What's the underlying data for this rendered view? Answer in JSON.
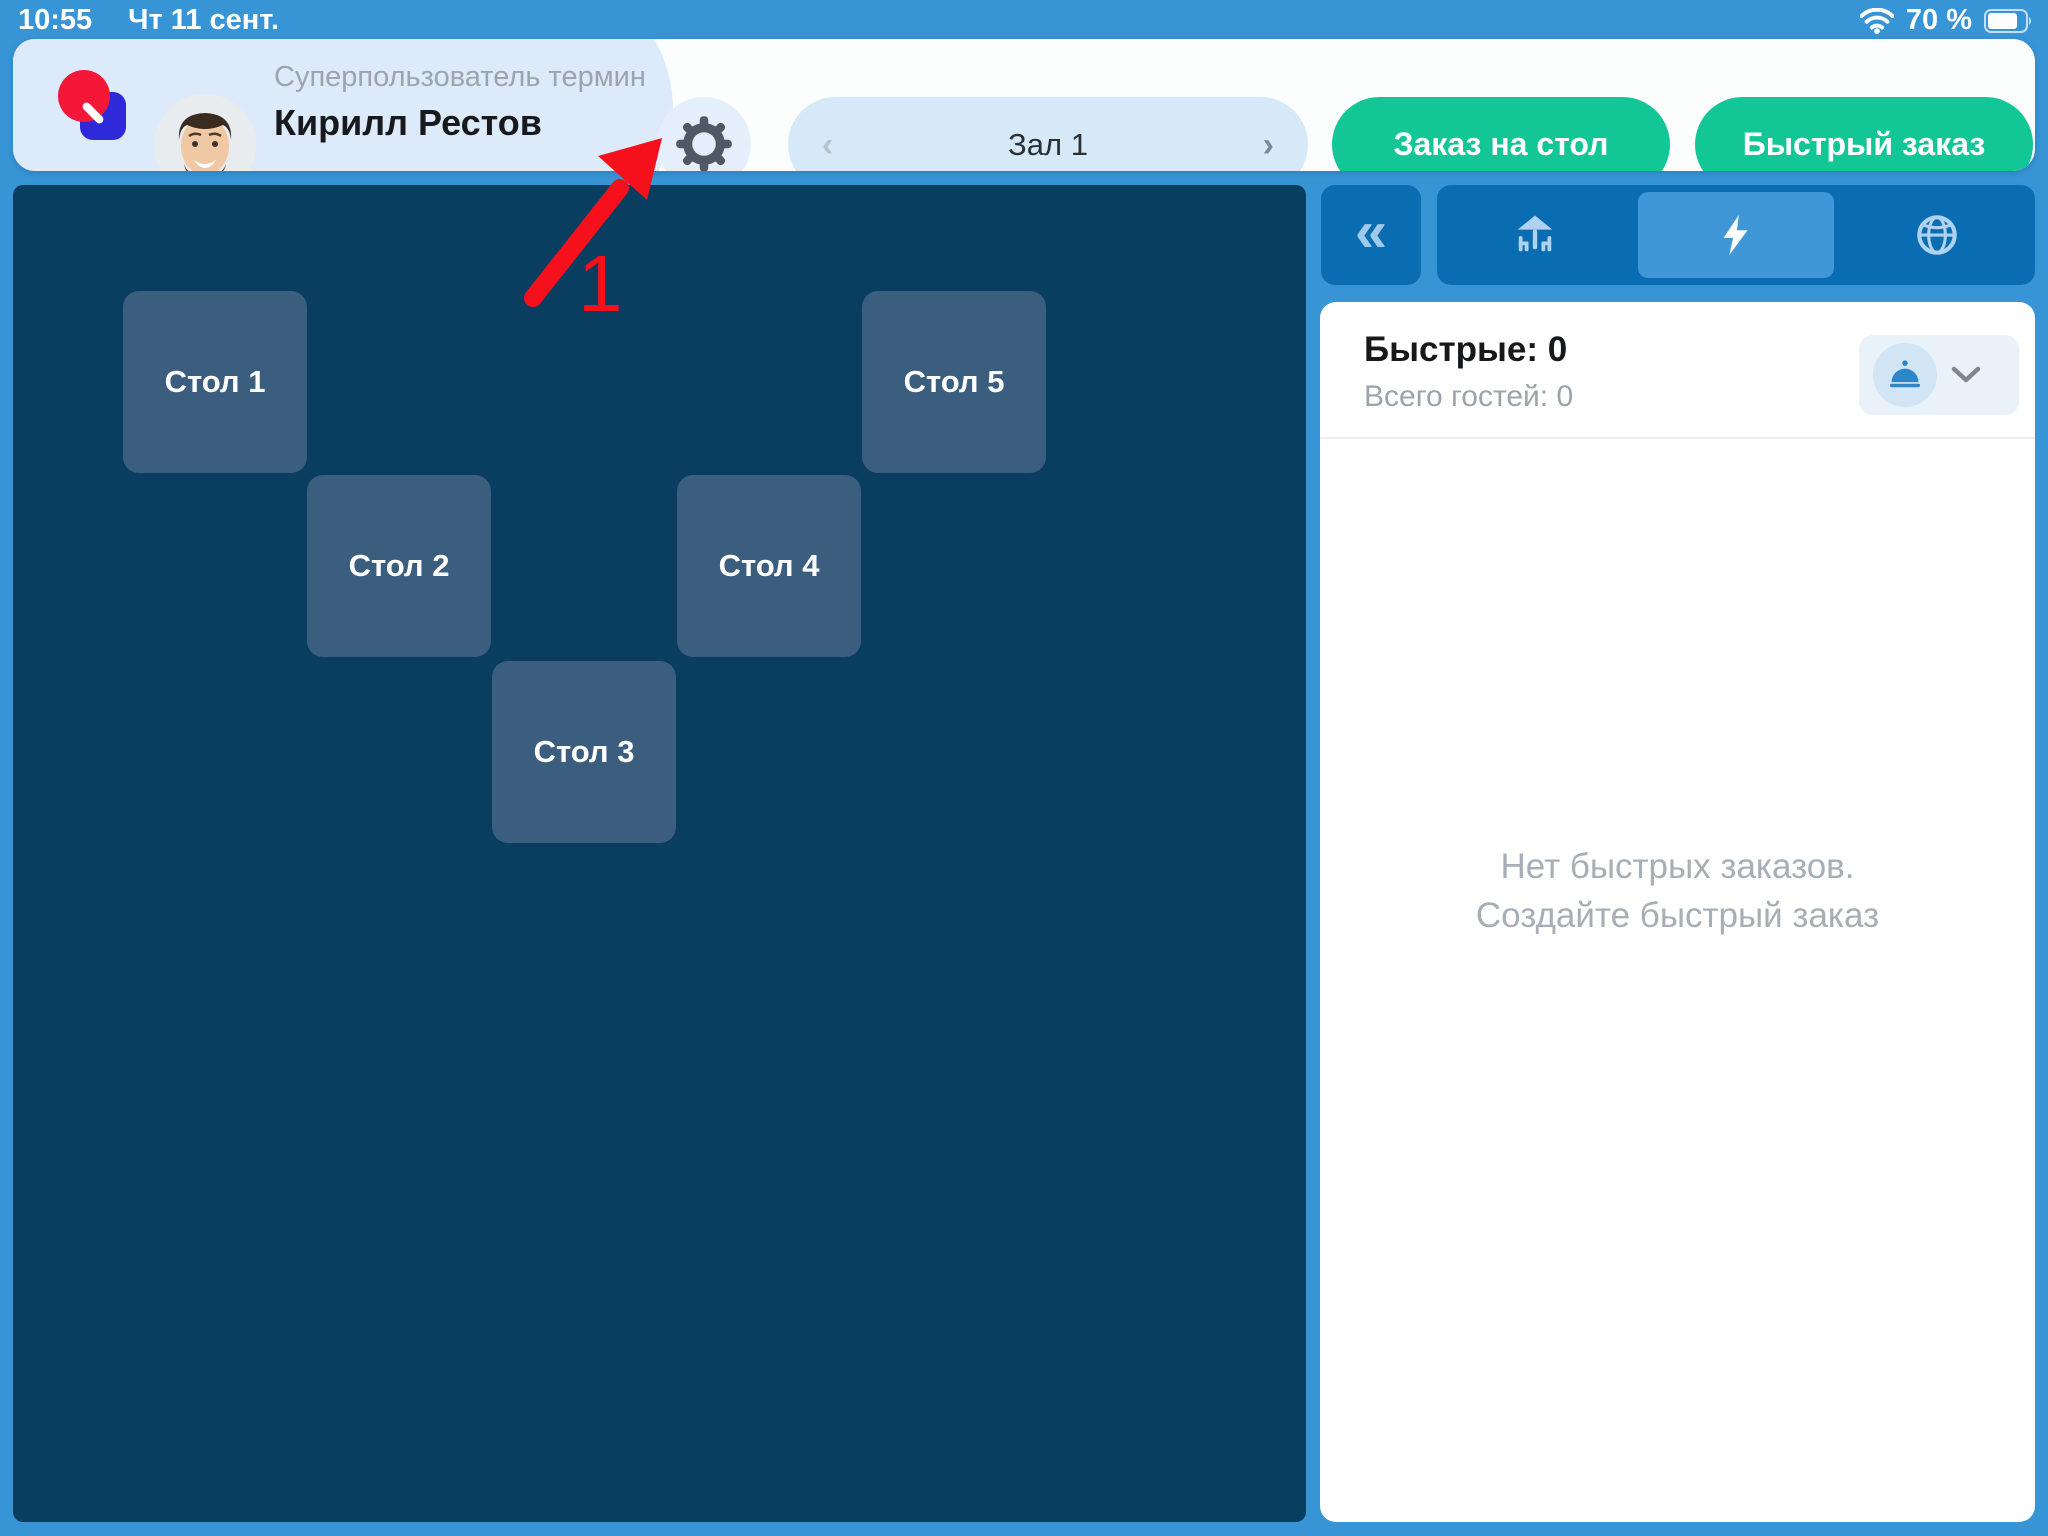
{
  "status_bar": {
    "time": "10:55",
    "date": "Чт 11 сент.",
    "battery_percent": "70 %"
  },
  "header": {
    "user_role": "Суперпользователь термин...",
    "user_name": "Кирилл Рестов",
    "hall_selector": {
      "label": "Зал 1",
      "prev_glyph": "‹",
      "next_glyph": "›"
    },
    "order_on_table_button": "Заказ на стол",
    "quick_order_button": "Быстрый заказ"
  },
  "floor": {
    "tables": [
      {
        "label": "Стол 1"
      },
      {
        "label": "Стол 2"
      },
      {
        "label": "Стол 3"
      },
      {
        "label": "Стол 4"
      },
      {
        "label": "Стол 5"
      }
    ]
  },
  "right_panel": {
    "collapse_glyph": "«",
    "tabs": [
      {
        "icon": "table-umbrella-icon",
        "selected": false
      },
      {
        "icon": "lightning-icon",
        "selected": true
      },
      {
        "icon": "globe-icon",
        "selected": false
      }
    ],
    "quick_orders_count": "Быстрые: 0",
    "guests_total": "Всего гостей: 0",
    "empty_line1": "Нет быстрых заказов.",
    "empty_line2": "Создайте быстрый заказ"
  },
  "annotation": {
    "step_number": "1"
  },
  "colors": {
    "background_blue": "#3794d5",
    "floor_navy": "#093e60",
    "table_fill": "#3b5d7e",
    "accent_green": "#12c795",
    "panel_button_blue": "#0b6db1",
    "selected_segment_blue": "#3f97d8",
    "annotation_red": "#f5101c",
    "hall_pill_blue": "#d6e9f8"
  }
}
